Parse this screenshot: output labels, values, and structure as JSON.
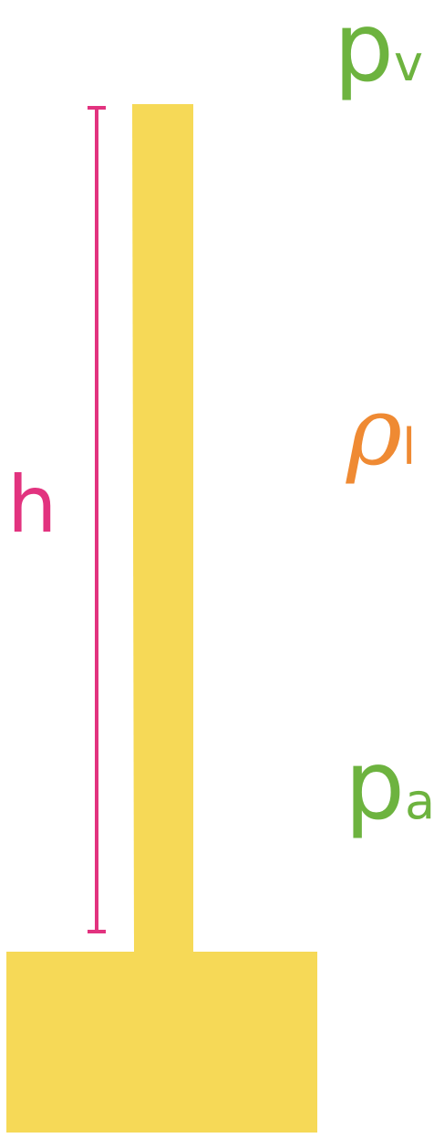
{
  "labels": {
    "vapor_pressure": {
      "symbol": "p",
      "subscript": "v"
    },
    "liquid_density": {
      "symbol": "ρ",
      "subscript": "l"
    },
    "atmospheric_pressure": {
      "symbol": "p",
      "subscript": "a"
    },
    "height": "h"
  },
  "colors": {
    "liquid": "#f6d957",
    "pressure": "#6db33f",
    "density": "#ef8a33",
    "height": "#e2337f",
    "background": "#ffffff"
  }
}
